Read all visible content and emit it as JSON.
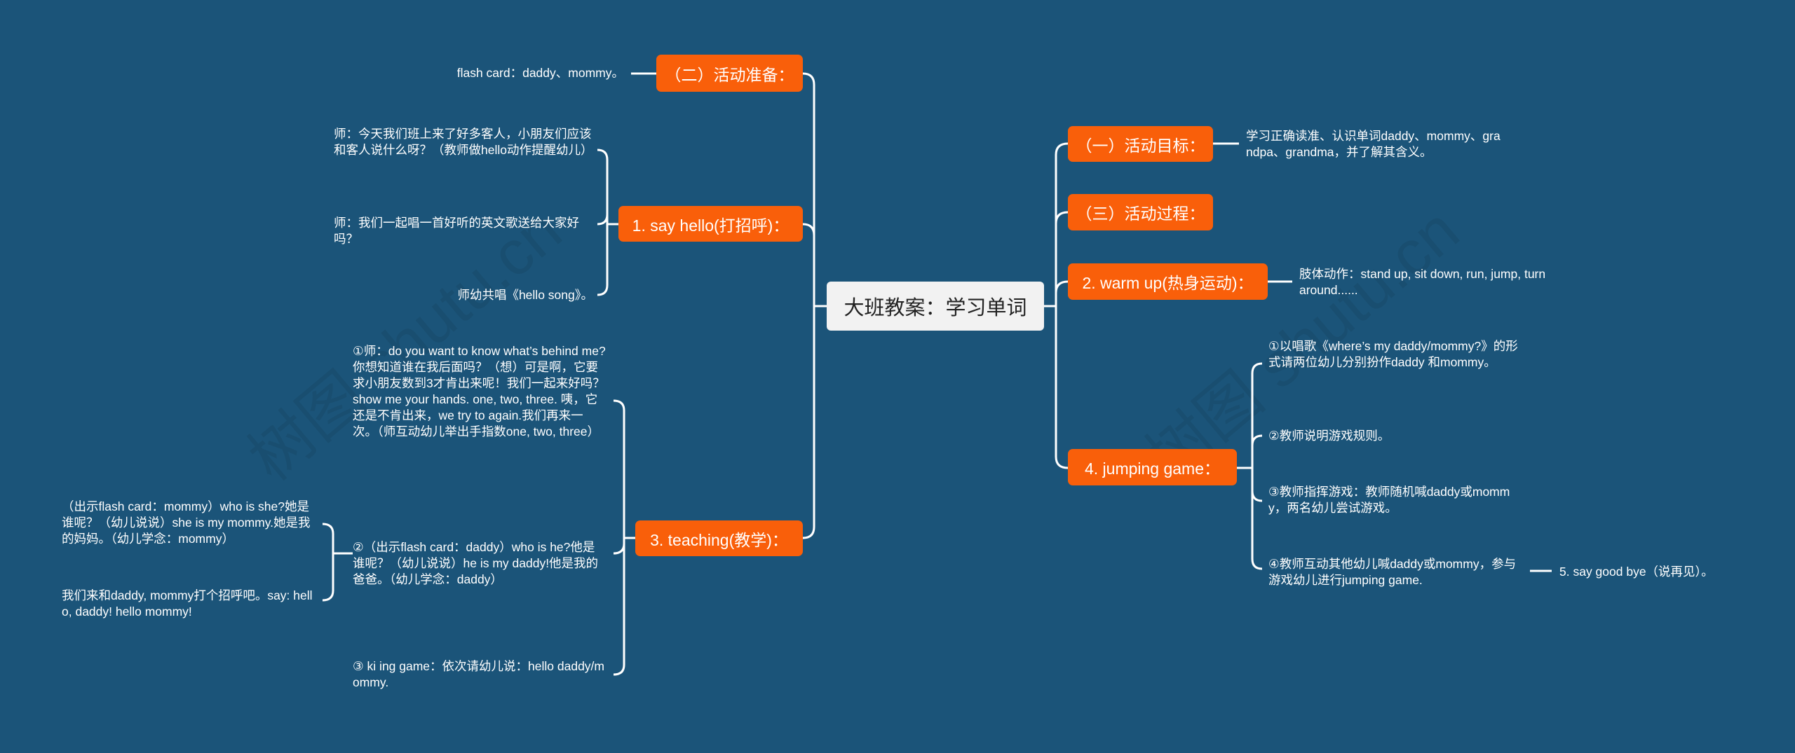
{
  "watermark": "树图 shutu.cn",
  "root": {
    "label": "大班教案：学习单词"
  },
  "left": {
    "prep": {
      "label": "（二）活动准备：",
      "children": [
        "flash card：daddy、mommy。"
      ]
    },
    "say_hello": {
      "label": "1.  say hello(打招呼)：",
      "children": [
        "师：今天我们班上来了好多客人，小朋友们应该和客人说什么呀？（教师做hello动作提醒幼儿）",
        "师：我们一起唱一首好听的英文歌送给大家好吗？",
        "师幼共唱《hello song》。"
      ]
    },
    "teaching": {
      "label": "3.  teaching(教学)：",
      "children": [
        "①师：do you want to know what’s behind me?你想知道谁在我后面吗？（想）可是啊，它要求小朋友数到3才肯出来呢！我们一起来好吗？show me your hands. one, two, three. 咦，它还是不肯出来，we try to again.我们再来一次。（师互动幼儿举出手指数one, two, three）",
        "②（出示flash card：daddy）who is he?他是谁呢？（幼儿说说）he is my daddy!他是我的爸爸。（幼儿学念：daddy）",
        "③ ki ing game：依次请幼儿说：hello daddy/mommy."
      ],
      "sub_children": [
        "（出示flash card：mommy）who is she?她是谁呢？（幼儿说说）she is my mommy.她是我的妈妈。（幼儿学念：mommy）",
        "我们来和daddy, mommy打个招呼吧。say: hello, daddy! hello mommy!"
      ]
    }
  },
  "right": {
    "goal": {
      "label": "（一）活动目标：",
      "children": [
        "学习正确读准、认识单词daddy、mommy、grandpa、grandma，并了解其含义。"
      ]
    },
    "process": {
      "label": "（三）活动过程："
    },
    "warmup": {
      "label": "2.  warm up(热身运动)：",
      "children": [
        "肢体动作：stand up, sit down, run, jump, turn around......"
      ]
    },
    "jumping": {
      "label": "4.  jumping game：",
      "children": [
        "①以唱歌《where’s my daddy/mommy?》的形式请两位幼儿分别扮作daddy 和mommy。",
        "②教师说明游戏规则。",
        "③教师指挥游戏：教师随机喊daddy或mommy，两名幼儿尝试游戏。",
        "④教师互动其他幼儿喊daddy或mommy，参与游戏幼儿进行jumping game."
      ],
      "followup": "5.  say good bye（说再见）。"
    }
  }
}
